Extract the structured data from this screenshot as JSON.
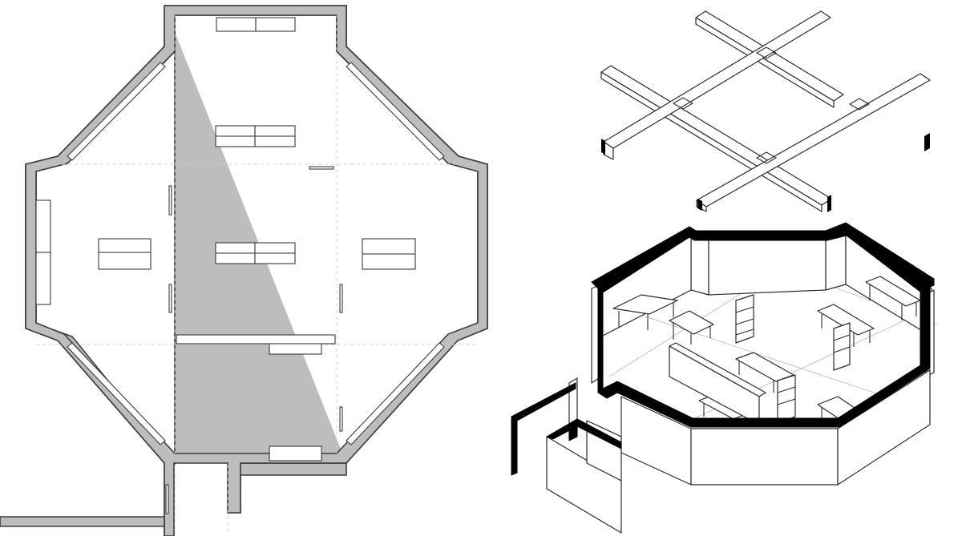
{
  "drawing": {
    "views": [
      "floor-plan",
      "ceiling-beam-grid",
      "axonometric-interior"
    ],
    "colors": {
      "wall_fill": "#bdbdbd",
      "line": "#2a2a2a",
      "cut_section": "#000000",
      "guide": "#cfcfcf"
    }
  }
}
